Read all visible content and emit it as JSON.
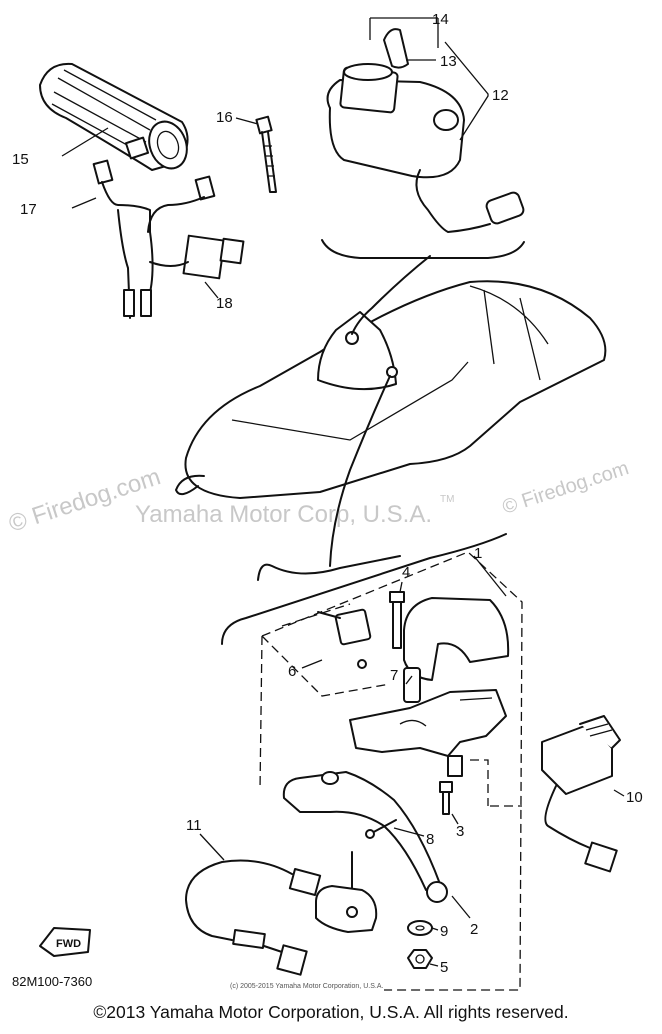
{
  "watermarks": {
    "left": "© Firedog.com",
    "right": "© Firedog.com",
    "center": "Yamaha Motor Corp, U.S.A.",
    "tm": "TM"
  },
  "callouts": [
    "1",
    "2",
    "3",
    "4",
    "5",
    "6",
    "7",
    "8",
    "9",
    "10",
    "11",
    "12",
    "13",
    "14",
    "15",
    "16",
    "17",
    "18"
  ],
  "direction_badge": "FWD",
  "part_code": "82M100-7360",
  "small_copyright": "(c) 2005-2015 Yamaha Motor Corporation, U.S.A.",
  "copyright": "©2013 Yamaha Motor Corporation, U.S.A. All rights reserved."
}
